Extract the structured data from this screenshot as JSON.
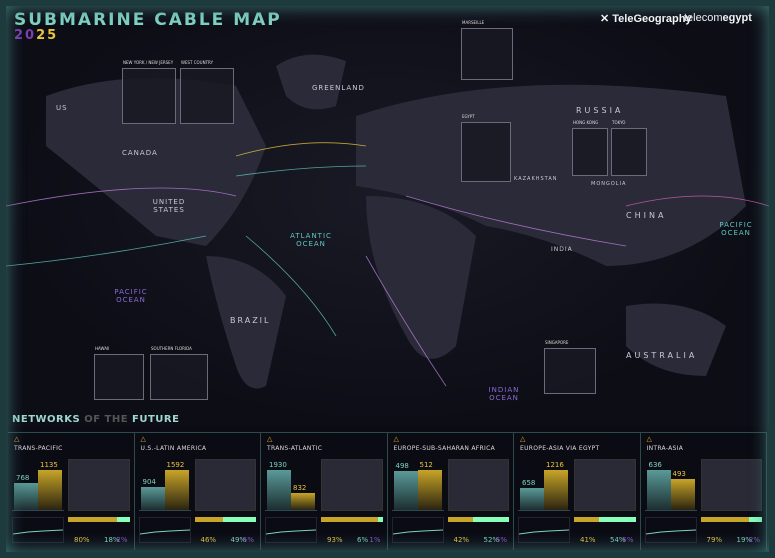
{
  "header": {
    "title": "SUBMARINE CABLE MAP",
    "year_a": "20",
    "year_b": "25",
    "logo1": "TeleGeography",
    "logo2a": "telecom",
    "logo2b": "egypt"
  },
  "colors": {
    "teal": "#7fd3c3",
    "gold": "#e8c440",
    "purple": "#7a3fb0",
    "bg": "#0b0b14"
  },
  "map": {
    "labels": [
      "US",
      "CANADA",
      "UNITED STATES",
      "GREENLAND",
      "RUSSIA",
      "KAZAKHSTAN",
      "MONGOLIA",
      "CHINA",
      "INDIA",
      "BRAZIL",
      "AUSTRALIA"
    ],
    "oceans": [
      "ATLANTIC OCEAN",
      "PACIFIC OCEAN",
      "PACIFIC OCEAN",
      "INDIAN OCEAN"
    ],
    "insets": [
      "NEW YORK / NEW JERSEY",
      "WEST COUNTRY",
      "MARSEILLE",
      "EGYPT",
      "HONG KONG",
      "TOKYO",
      "HAWAII",
      "SOUTHERN FLORIDA",
      "SINGAPORE"
    ]
  },
  "section_title": {
    "a": "NETWORKS",
    "b": "OF THE",
    "c": "FUTURE"
  },
  "panels": [
    {
      "title": "TRANS-PACIFIC",
      "bar_values": [
        768,
        1135
      ],
      "shares": [
        "80%",
        "18%",
        "2%"
      ],
      "share1": 0.8
    },
    {
      "title": "U.S.-LATIN AMERICA",
      "bar_values": [
        904,
        1592
      ],
      "shares": [
        "46%",
        "49%",
        "5%"
      ],
      "share1": 0.46
    },
    {
      "title": "TRANS-ATLANTIC",
      "bar_values": [
        1930,
        832
      ],
      "shares": [
        "93%",
        "6%",
        "1%"
      ],
      "share1": 0.93
    },
    {
      "title": "EUROPE-SUB-SAHARAN AFRICA",
      "bar_values": [
        498,
        512
      ],
      "shares": [
        "42%",
        "52%",
        "5%"
      ],
      "share1": 0.42
    },
    {
      "title": "EUROPE-ASIA VIA EGYPT",
      "bar_values": [
        658,
        1216
      ],
      "shares": [
        "41%",
        "54%",
        "5%"
      ],
      "share1": 0.41
    },
    {
      "title": "INTRA-ASIA",
      "bar_values": [
        636,
        493
      ],
      "shares": [
        "79%",
        "19%",
        "2%"
      ],
      "share1": 0.79
    }
  ]
}
